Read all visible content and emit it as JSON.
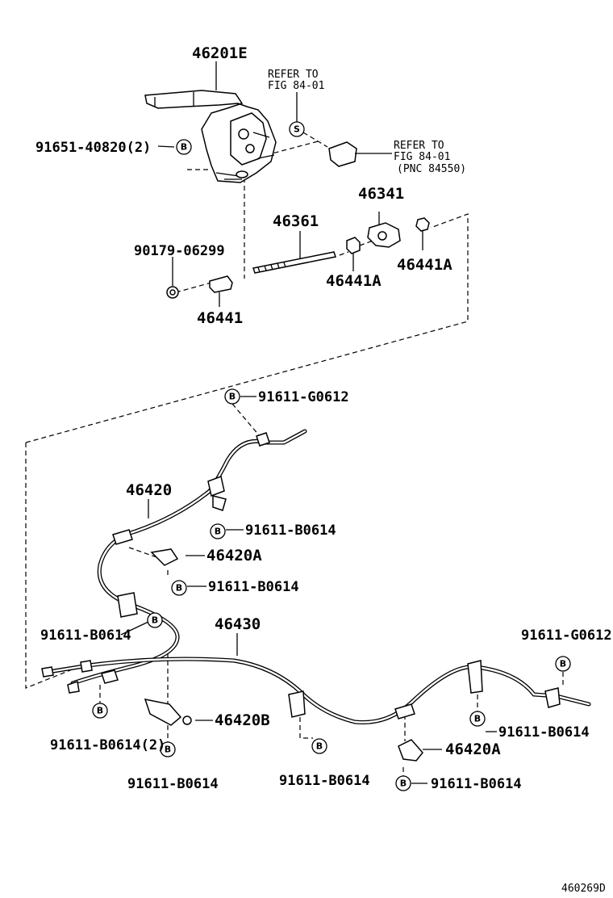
{
  "labels": {
    "p46201E": "46201E",
    "refer1a": "REFER TO",
    "refer1b": "FIG 84-01",
    "refer2a": "REFER TO",
    "refer2b": "FIG 84-01",
    "refer2c": "(PNC 84550)",
    "p91651": "91651-40820(2)",
    "p46341": "46341",
    "p46361": "46361",
    "p90179": "90179-06299",
    "p46441A_a": "46441A",
    "p46441A_b": "46441A",
    "p46441": "46441",
    "p91611G_top": "91611-G0612",
    "p46420": "46420",
    "p91611B_1": "91611-B0614",
    "p46420A_top": "46420A",
    "p91611B_2": "91611-B0614",
    "p46430": "46430",
    "p91611B_3": "91611-B0614",
    "p91611G_right": "91611-G0612",
    "p91611B_4": "91611-B0614",
    "p46420B": "46420B",
    "p46420A_bot": "46420A",
    "p91611B_2x": "91611-B0614(2)",
    "p91611B_5": "91611-B0614",
    "p91611B_6": "91611-B0614",
    "p91611B_7": "91611-B0614",
    "figure_id": "460269D"
  },
  "badges": {
    "b": "B",
    "s": "S"
  }
}
